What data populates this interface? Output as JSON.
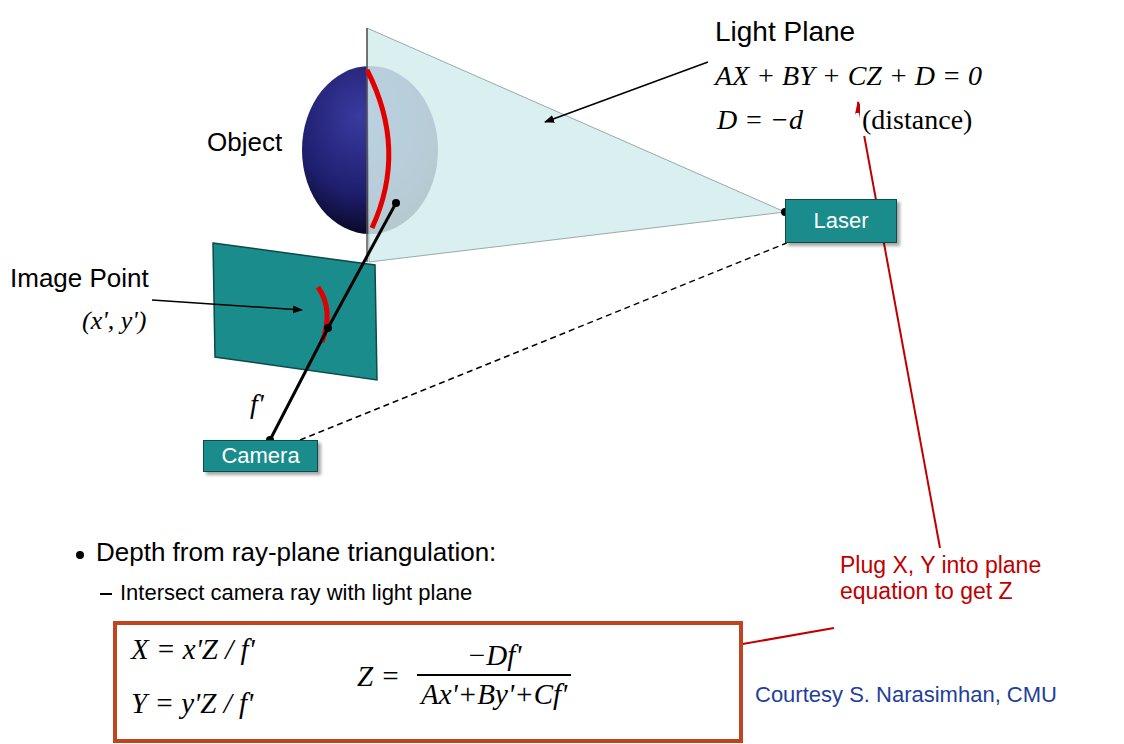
{
  "diagram": {
    "nodes": [
      {
        "text": [
          "Laser"
        ]
      },
      {
        "text": [
          "Camera"
        ]
      },
      {
        "text": [
          "X = x'Z / f'",
          "Y = y'Z / f'",
          "Z =",
          "−Df'",
          "Ax'+By'+Cf'"
        ]
      }
    ],
    "edges": [
      {
        "from": 1,
        "to": 0,
        "arrow": "none"
      }
    ],
    "labels": [
      "Light Plane",
      "AX + BY + CZ + D = 0",
      "D = −d",
      "(distance)",
      "Object",
      "Image Point",
      "(x', y')",
      "f'",
      "Plug X, Y into plane equation to get Z",
      "Depth from ray-plane triangulation:",
      "Intersect camera ray with light plane",
      "Courtesy S. Narasimhan, CMU"
    ]
  }
}
